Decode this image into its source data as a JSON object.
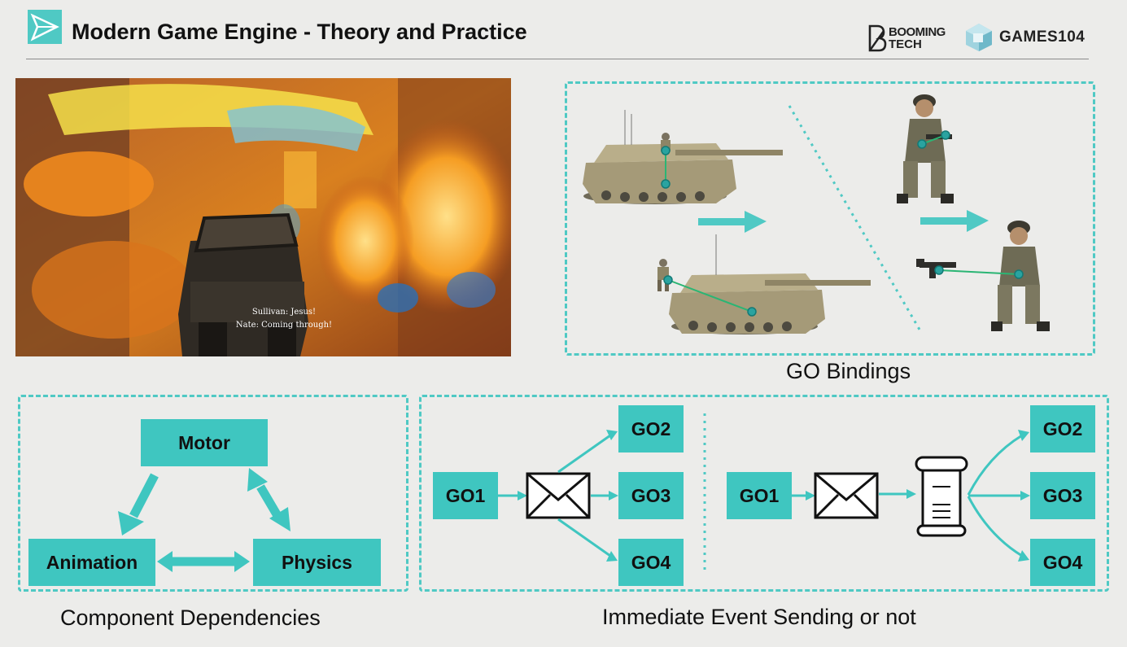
{
  "header": {
    "title": "Modern Game Engine - Theory and Practice",
    "brand1_line1": "BOOMING",
    "brand1_line2": "TECH",
    "brand2": "GAMES104"
  },
  "screenshot": {
    "subtitle_line1": "Sullivan: Jesus!",
    "subtitle_line2": "Nate: Coming through!"
  },
  "panels": {
    "go_bindings": {
      "caption": "GO Bindings"
    },
    "component_dependencies": {
      "caption": "Component Dependencies",
      "nodes": {
        "motor": "Motor",
        "animation": "Animation",
        "physics": "Physics"
      }
    },
    "event_sending": {
      "caption": "Immediate Event Sending or not",
      "left": {
        "source": "GO1",
        "targets": [
          "GO2",
          "GO3",
          "GO4"
        ]
      },
      "right": {
        "source": "GO1",
        "targets": [
          "GO2",
          "GO3",
          "GO4"
        ]
      }
    }
  },
  "colors": {
    "accent": "#3fc6c0",
    "dash": "#4fc9c4",
    "bg": "#ececea"
  },
  "icons": [
    "play-logo-icon",
    "envelope-icon",
    "mailbox-icon",
    "tank-icon",
    "soldier-icon",
    "rifle-icon"
  ]
}
